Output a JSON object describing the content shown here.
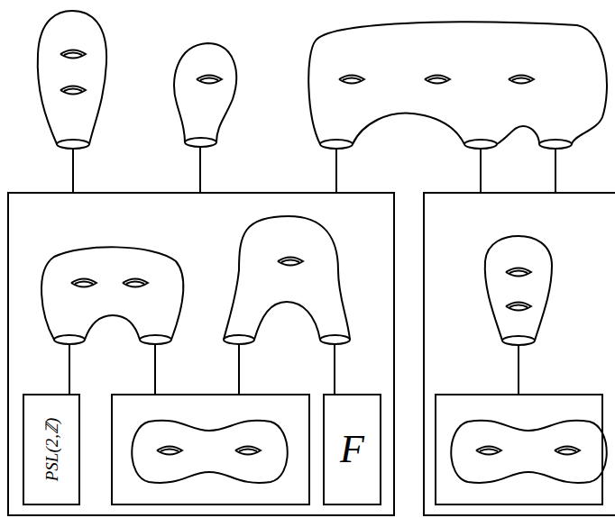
{
  "diagram": {
    "nodes": [
      {
        "text": []
      },
      {
        "text": [
          "PSL(2,ℤ)"
        ],
        "in": 0
      },
      {
        "text": [],
        "in": 0
      },
      {
        "text": [
          "F"
        ],
        "in": 0
      },
      {
        "text": []
      },
      {
        "text": [],
        "in": 4
      }
    ]
  }
}
